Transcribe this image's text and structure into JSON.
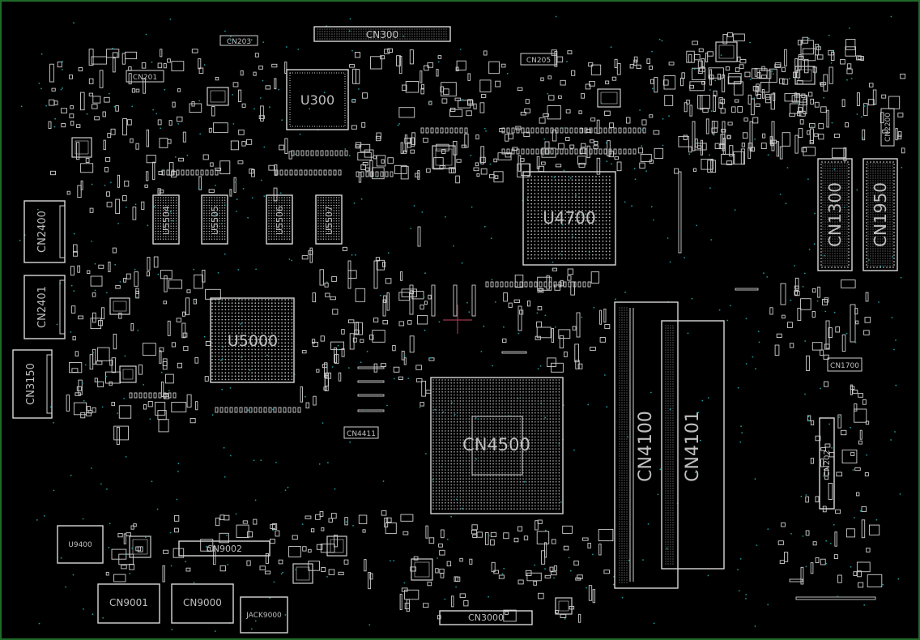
{
  "board": {
    "border_color": "#1f6b2a",
    "background": "#000000",
    "outline_color": "#cfcfcf",
    "via_color": "#1e9a9a",
    "marker_color": "#a0374a"
  },
  "labels": {
    "cn300": "CN300",
    "cn203": "CN203",
    "cn201": "CN201",
    "cn205": "CN205",
    "u300": "U300",
    "u4700": "U4700",
    "cn1300": "CN1300",
    "cn1950": "CN1950",
    "cn2400": "CN2400",
    "cn2401": "CN2401",
    "cn3150": "CN3150",
    "u5504": "U5504",
    "u5505": "U5505",
    "u5506": "U5506",
    "u5507": "U5507",
    "u5000": "U5000",
    "cn4500": "CN4500",
    "cn4100": "CN4100",
    "cn4101": "CN4101",
    "cn4411": "CN4411",
    "cn1700": "CN1700",
    "cn202": "CN202",
    "u9400": "U9400",
    "cn9002": "CN9002",
    "cn9001": "CN9001",
    "cn9000": "CN9000",
    "jack9000": "JACK9000",
    "cn3000": "CN3000",
    "cn2200": "CN2200"
  }
}
